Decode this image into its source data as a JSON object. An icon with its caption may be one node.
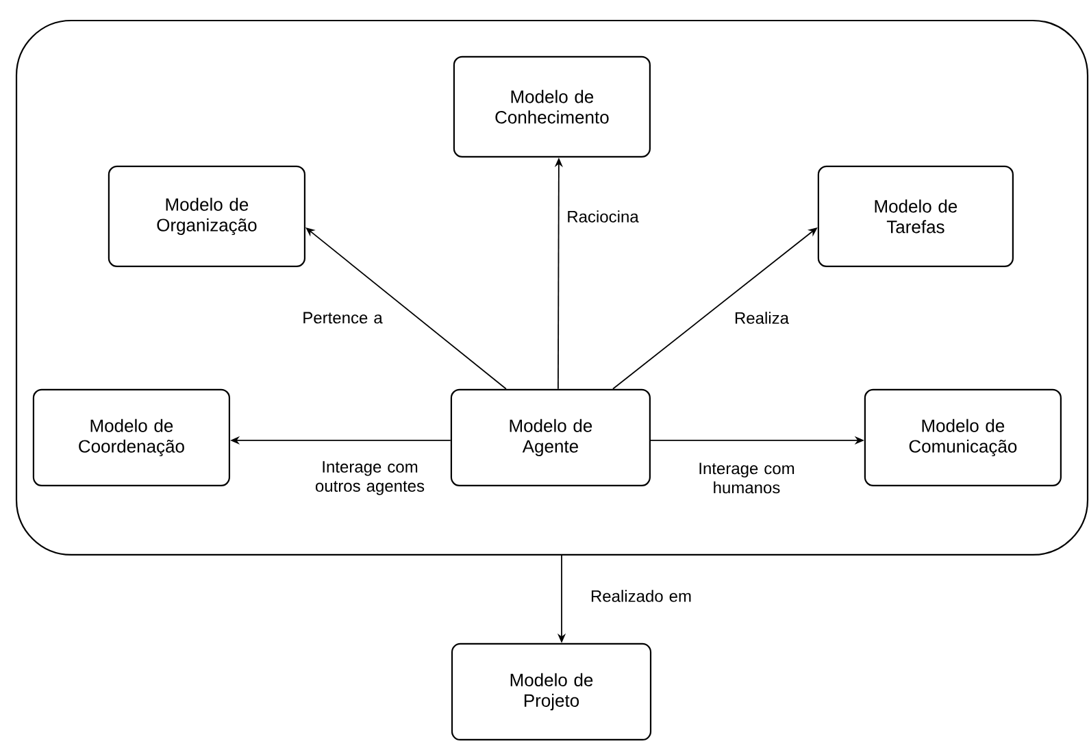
{
  "diagram": {
    "nodes": [
      {
        "text": [],
        "shape": "box"
      },
      {
        "text": [
          "Modelo de Conhecimento"
        ],
        "in": 0
      },
      {
        "text": [
          "Modelo de Organização"
        ],
        "in": 0
      },
      {
        "text": [
          "Modelo de Tarefas"
        ],
        "in": 0
      },
      {
        "text": [
          "Modelo de Coordenação"
        ],
        "in": 0
      },
      {
        "text": [
          "Modelo de Agente"
        ],
        "in": 0
      },
      {
        "text": [
          "Modelo de Comunicação"
        ],
        "in": 0
      },
      {
        "text": [
          "Modelo de Projeto"
        ]
      }
    ],
    "edges": [
      {
        "from": 5,
        "to": 1,
        "arrow": "to",
        "label": "Raciocina"
      },
      {
        "from": 5,
        "to": 2,
        "arrow": "to",
        "label": "Pertence a"
      },
      {
        "from": 5,
        "to": 3,
        "arrow": "to",
        "label": "Realiza"
      },
      {
        "from": 5,
        "to": 4,
        "arrow": "to",
        "label": "Interage com outros agentes"
      },
      {
        "from": 5,
        "to": 6,
        "arrow": "to",
        "label": "Interage com humanos"
      },
      {
        "from": 0,
        "to": 7,
        "arrow": "to",
        "label": "Realizado em"
      }
    ]
  }
}
